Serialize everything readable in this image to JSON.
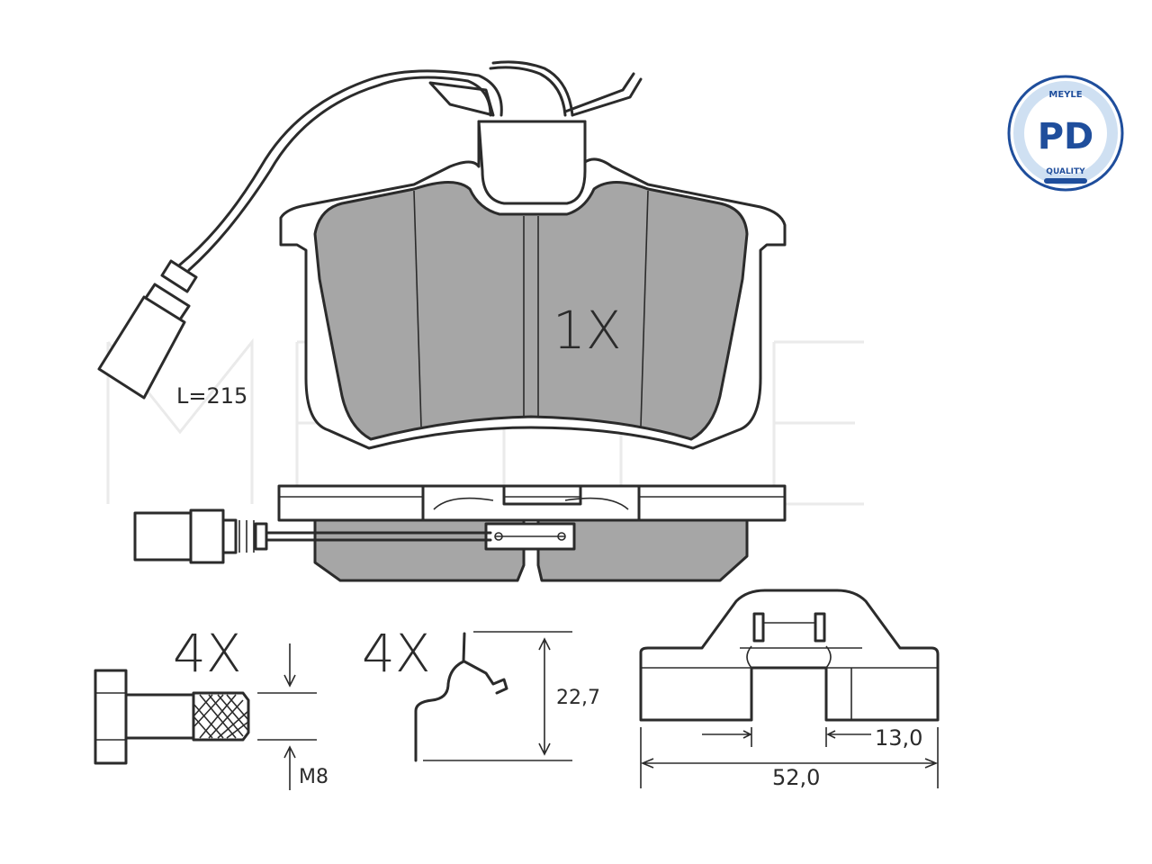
{
  "pad_quantity": "1X",
  "bolt_quantity": "4X",
  "spring_quantity": "4X",
  "cable_length": "L=215",
  "thread_size": "M8",
  "clip_height": "22,7",
  "slot_width": "13,0",
  "pad_width": "52,0",
  "badge": {
    "top_text": "MEYLE",
    "main_text": "PD",
    "bottom_text": "QUALITY",
    "color": "#1f4e9c",
    "ring_color": "#cfe0f2"
  },
  "watermark_text": "MEYLE",
  "colors": {
    "friction": "#a6a6a6",
    "ink": "#2b2b2b"
  }
}
